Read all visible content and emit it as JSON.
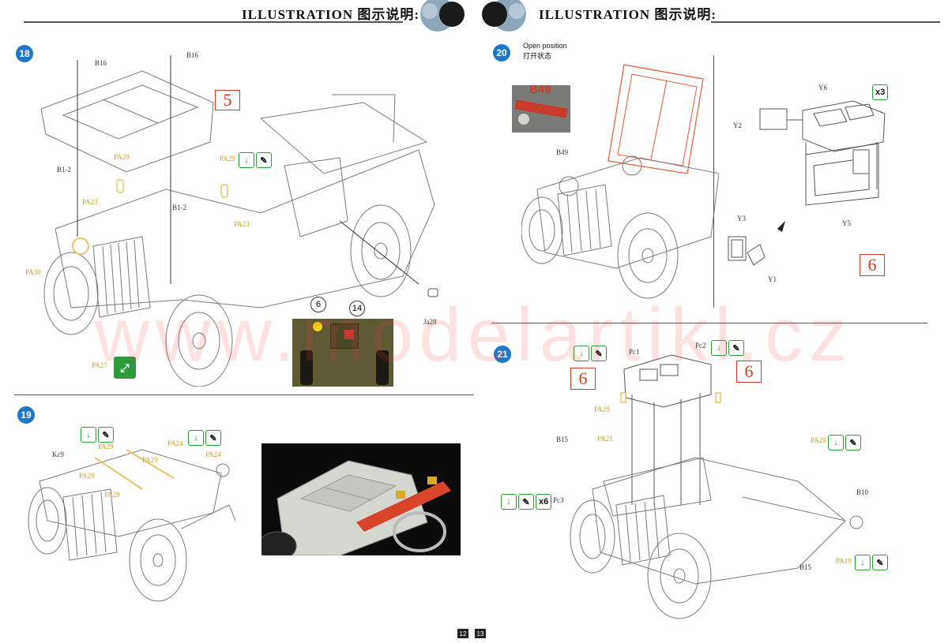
{
  "header": {
    "left_title": "ILLUSTRATION 图示说明:",
    "right_title": "ILLUSTRATION 图示说明:"
  },
  "steps": {
    "s18": {
      "number": "18"
    },
    "s19": {
      "number": "19"
    },
    "s20": {
      "number": "20",
      "caption_en": "Open position",
      "caption_cn": "打开状态"
    },
    "s21": {
      "number": "21"
    }
  },
  "parts": {
    "b16_a": "B16",
    "b16_b": "B16",
    "b1_2_a": "B1-2",
    "b1_2_b": "B1-2",
    "pa29_a": "PA29",
    "pa29_b": "PA29",
    "pa23_a": "PA23",
    "pa23_b": "PA23",
    "pa30": "PA30",
    "pa27": "PA27",
    "ja28": "Ja28",
    "kc9": "Kc9",
    "pa29_c": "PA29",
    "pa29_d": "PA29",
    "pa29_e": "PA29",
    "pa29_f": "PA29",
    "pa24_a": "PA24",
    "pa24_b": "PA24",
    "b49_tag": "B49",
    "b49": "B49",
    "y6": "Y6",
    "y2": "Y2",
    "y5": "Y5",
    "y3": "Y3",
    "y1": "Y1",
    "pc1": "Pc1",
    "pc2": "Pc2",
    "pc3": "Pc3",
    "pa29_g": "PA29",
    "pa21": "PA21",
    "b15_a": "B15",
    "b15_b": "B15",
    "pa29_h": "PA29",
    "b10": "B10",
    "pa19": "PA19"
  },
  "callouts": {
    "c5": "5",
    "c6_a": "6",
    "c14": "14",
    "c6_b": "6",
    "c6_c": "6",
    "c6_d": "6"
  },
  "multipliers": {
    "x3": "x3",
    "x6": "x6"
  },
  "watermark": "www.modelartikl.cz",
  "page_numbers": {
    "left": "12",
    "right": "13"
  },
  "colors": {
    "step_blue": "#1e78c8",
    "callout_red": "#d23a2a",
    "icon_green": "#2e9b3b",
    "part_gold": "#c9a227",
    "hood_red": "#e15a3c"
  }
}
